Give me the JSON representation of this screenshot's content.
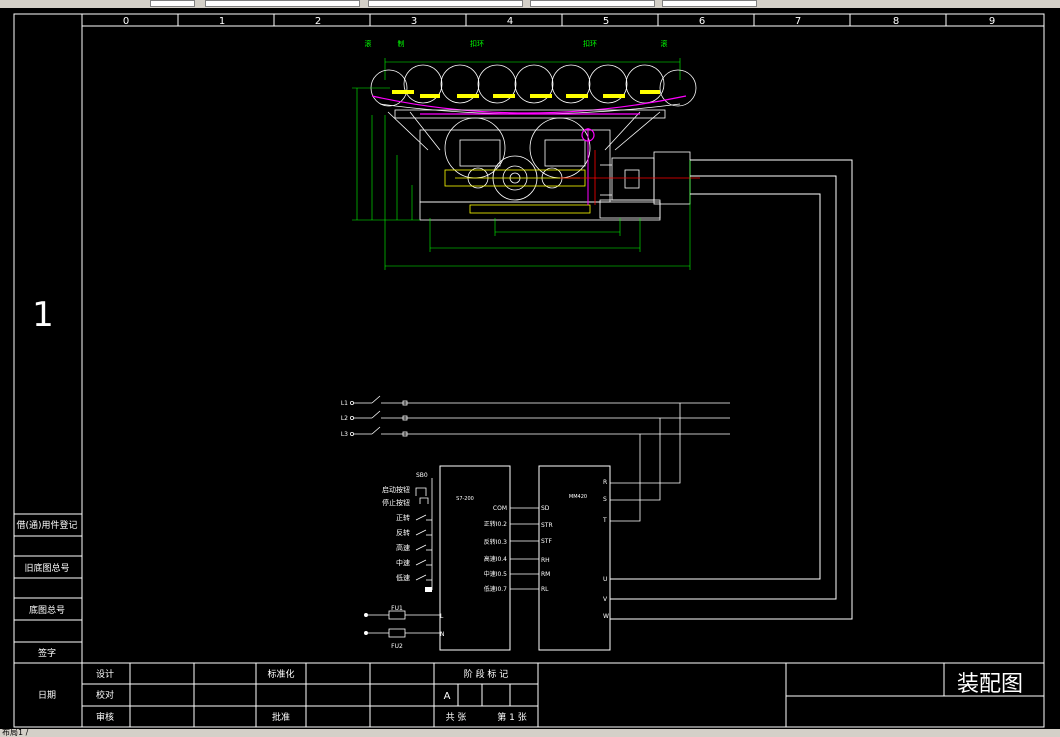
{
  "grid_columns": [
    "0",
    "1",
    "2",
    "3",
    "4",
    "5",
    "6",
    "7",
    "8",
    "9"
  ],
  "sheet_number": "1",
  "left_panel": {
    "borrow_register": "借(通)用件登记",
    "old_drawing_no": "旧底图总号",
    "drawing_no": "底图总号",
    "signature": "签字",
    "date": "日期"
  },
  "title_block": {
    "design": "设计",
    "check": "校对",
    "review": "审核",
    "standardization": "标准化",
    "approve": "批准",
    "stage_mark": "阶 段 标 记",
    "stage_value": "A",
    "total_sheets": "共    张",
    "sheet_index": "第 1 张",
    "drawing_title": "装配图"
  },
  "assembly": {
    "labels": [
      "滚",
      "制",
      "扣环",
      "扣环",
      "滚"
    ]
  },
  "supply": {
    "lines": [
      "L1",
      "L2",
      "L3"
    ]
  },
  "switches": {
    "sb0": "SB0",
    "items": [
      "启动按钮",
      "停止按钮",
      "正转",
      "反转",
      "高速",
      "中速",
      "低速"
    ]
  },
  "plc": {
    "model": "S7-200",
    "terminals": [
      "COM",
      "正转I0.2",
      "反转I0.3",
      "高速I0.4",
      "中速I0.5",
      "低速I0.7"
    ]
  },
  "vfd": {
    "model": "MM420",
    "control_terminals": [
      "SD",
      "STR",
      "STF",
      "RH",
      "RM",
      "RL"
    ],
    "power_in": [
      "R",
      "S",
      "T"
    ],
    "power_out": [
      "U",
      "V",
      "W"
    ]
  },
  "fuses": {
    "fu1": "FU1",
    "fu2": "FU2",
    "l_terminal": "L",
    "n_terminal": "N"
  },
  "status_text": "布局1 /"
}
